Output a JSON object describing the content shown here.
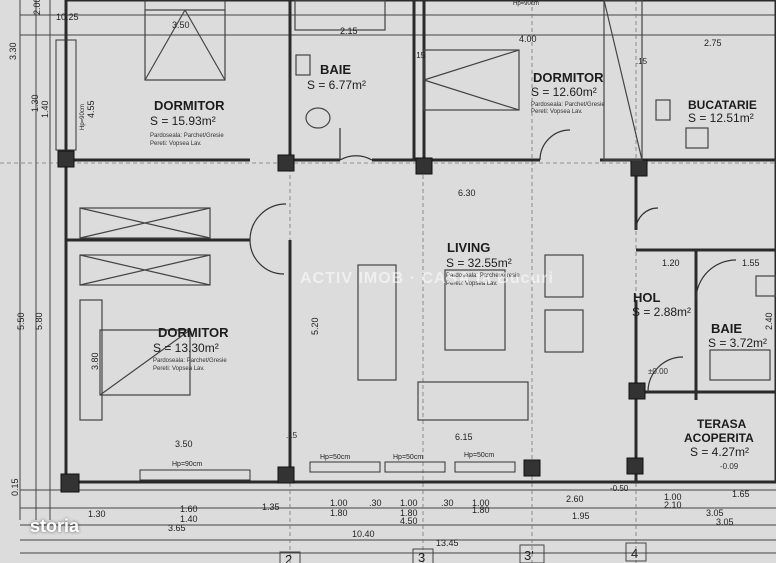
{
  "rooms": [
    {
      "id": "dormitor1",
      "name": "DORMITOR",
      "area": "S = 15.93m²",
      "floor": "Pardoseala: Parchet/Gresie",
      "walls": "Pereti: Vopsea Lav."
    },
    {
      "id": "baie1",
      "name": "BAIE",
      "area": "S = 6.77m²"
    },
    {
      "id": "dormitor2",
      "name": "DORMITOR",
      "area": "S = 12.60m²",
      "floor": "Pardoseala: Parchet/Gresie",
      "walls": "Pereti: Vopsea Lav."
    },
    {
      "id": "bucatarie",
      "name": "BUCATARIE",
      "area": "S = 12.51m²"
    },
    {
      "id": "living",
      "name": "LIVING",
      "area": "S = 32.55m²",
      "floor": "Pardoseala: Parchet/Gresie",
      "walls": "Pereti: Vopsea Lav."
    },
    {
      "id": "dormitor3",
      "name": "DORMITOR",
      "area": "S = 13.30m²",
      "floor": "Pardoseala: Parchet/Gresie",
      "walls": "Pereti: Vopsea Lav."
    },
    {
      "id": "hol",
      "name": "HOL",
      "area": "S = 2.88m²",
      "level": "±0.00"
    },
    {
      "id": "baie2",
      "name": "BAIE",
      "area": "S = 3.72m²"
    },
    {
      "id": "terasa",
      "name": "TERASA\nACOPERITA",
      "area": "S = 4.27m²",
      "level": "-0.09"
    }
  ],
  "dimensions": {
    "top": [
      "10.25",
      "3.50",
      "2.15",
      "4.00",
      "2.75",
      "Hp=90cm"
    ],
    "left": [
      "3.30",
      "2.00",
      "1.30",
      "1.40",
      "4.55",
      "Hp=90cm",
      "5.50",
      "5.80",
      "3.80",
      "0.15"
    ],
    "inner": [
      "6.30",
      "5.20",
      "1.20",
      "1.55",
      "2.40",
      "3.50",
      "6.15",
      ".15",
      ".15",
      ".15"
    ],
    "bottom_row1": [
      "1.30",
      "1.60",
      "1.35",
      "1.00",
      ".30",
      "1.00",
      ".30",
      "1.00",
      "2.60",
      "1.00",
      "1.65"
    ],
    "bottom_row2": [
      "1.40",
      "1.80",
      "1.80",
      "1.80",
      "1.95",
      "2.10",
      "3.05"
    ],
    "bottom_row3": [
      "3.65",
      "4.50",
      "3.05"
    ],
    "bottom_row4": [
      "10.40",
      "13.45"
    ],
    "windows": [
      "Hp=90cm",
      "Hp=50cm",
      "Hp=50cm",
      "Hp=50cm"
    ],
    "levels": [
      "-0.50"
    ]
  },
  "axes": [
    "2",
    "3",
    "3'",
    "4"
  ],
  "watermark": "ACTIV IMOB · CASA ta Bucuri",
  "brand": "storia"
}
